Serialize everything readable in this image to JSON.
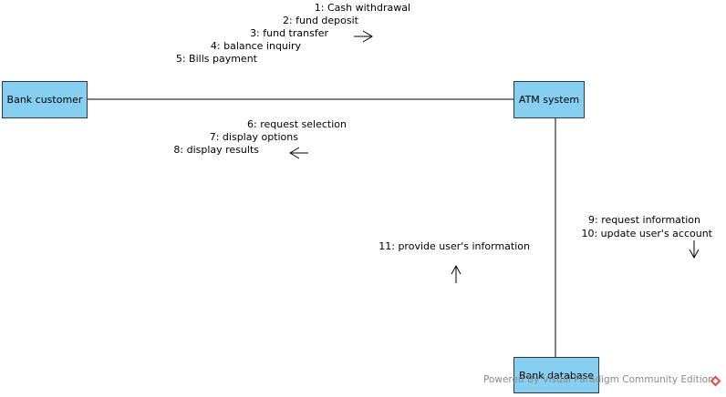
{
  "nodes": {
    "customer": {
      "label": "Bank customer"
    },
    "atm": {
      "label": "ATM system"
    },
    "database": {
      "label": "Bank database"
    }
  },
  "messages": {
    "customer_to_atm": [
      "1: Cash withdrawal",
      "2: fund deposit",
      "3: fund transfer",
      "4: balance inquiry",
      "5: Bills payment"
    ],
    "atm_to_customer": [
      "6: request selection",
      "7: display options",
      "8: display results"
    ],
    "atm_to_database": [
      "9: request information",
      "10: update user's account"
    ],
    "database_to_atm": [
      "11: provide user's information"
    ]
  },
  "watermark": "Powered By Visual Paradigm Community Edition",
  "colors": {
    "node_fill": "#87cff0",
    "node_border": "#2a3a4a",
    "watermark": "#8a8a8a",
    "logo_accent": "#d9534f"
  }
}
